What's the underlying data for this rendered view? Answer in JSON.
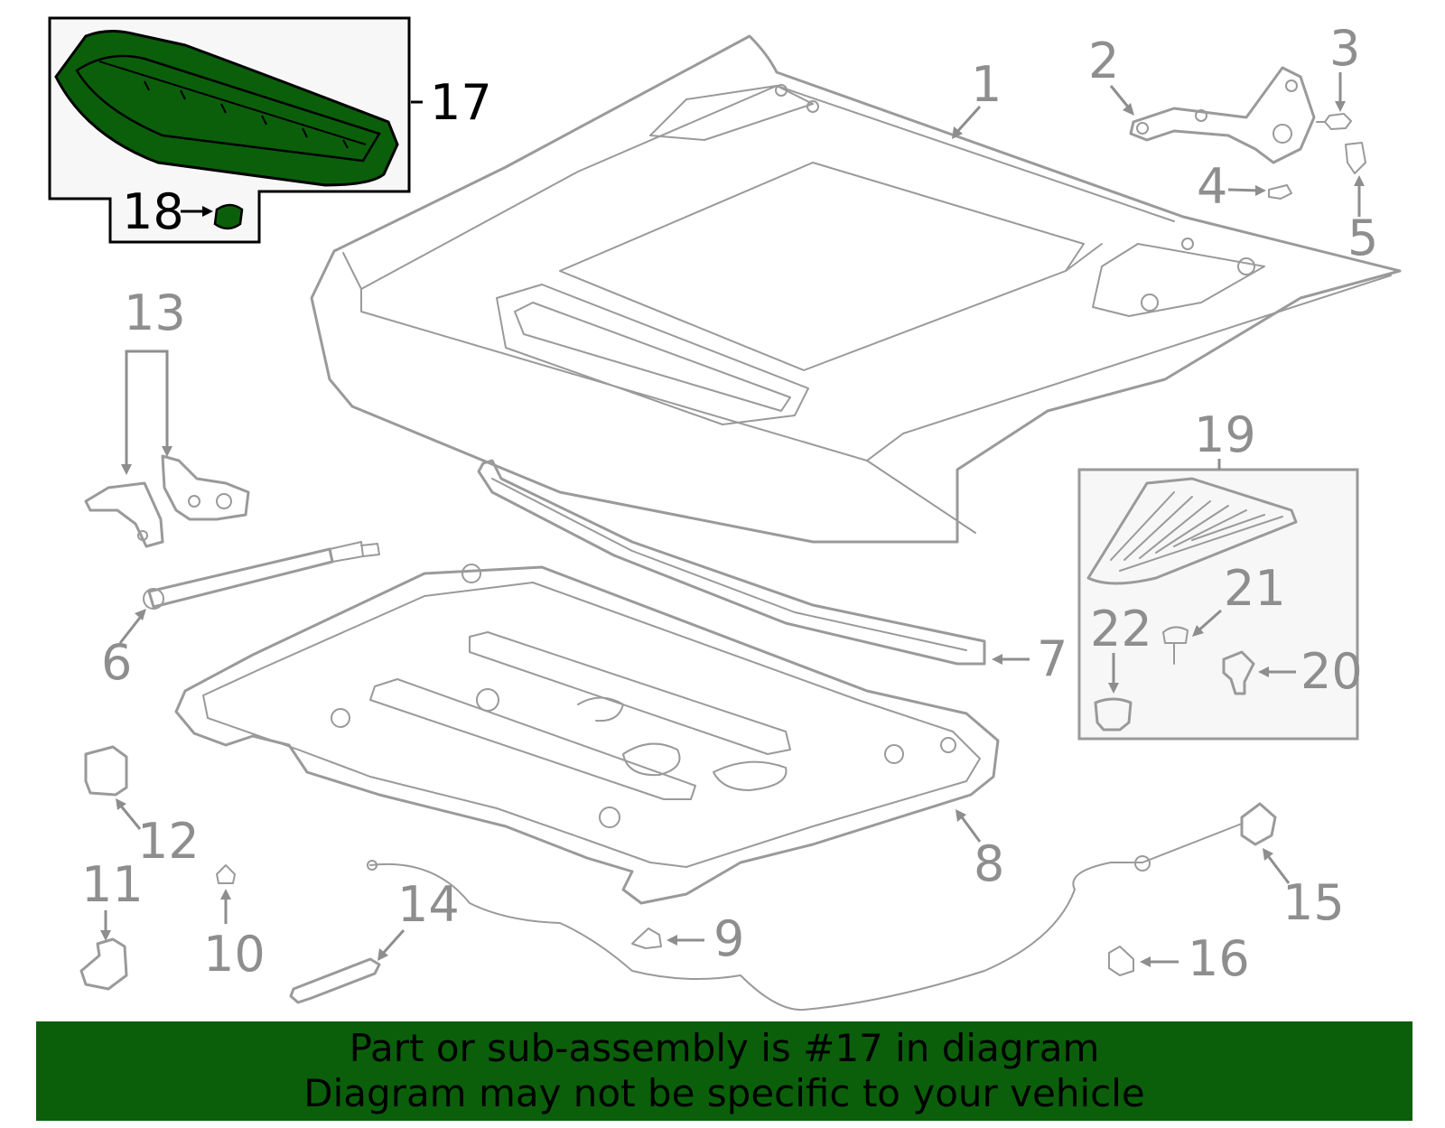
{
  "diagram": {
    "highlight_color": "#0b5f0b",
    "callouts": {
      "c1": "1",
      "c2": "2",
      "c3": "3",
      "c4": "4",
      "c5": "5",
      "c6": "6",
      "c7": "7",
      "c8": "8",
      "c9": "9",
      "c10": "10",
      "c11": "11",
      "c12": "12",
      "c13": "13",
      "c14": "14",
      "c15": "15",
      "c16": "16",
      "c17": "17",
      "c18": "18",
      "c19": "19",
      "c20": "20",
      "c21": "21",
      "c22": "22"
    }
  },
  "footer": {
    "line1": "Part or sub-assembly is #17 in diagram",
    "line2": "Diagram may not be specific to your vehicle"
  }
}
